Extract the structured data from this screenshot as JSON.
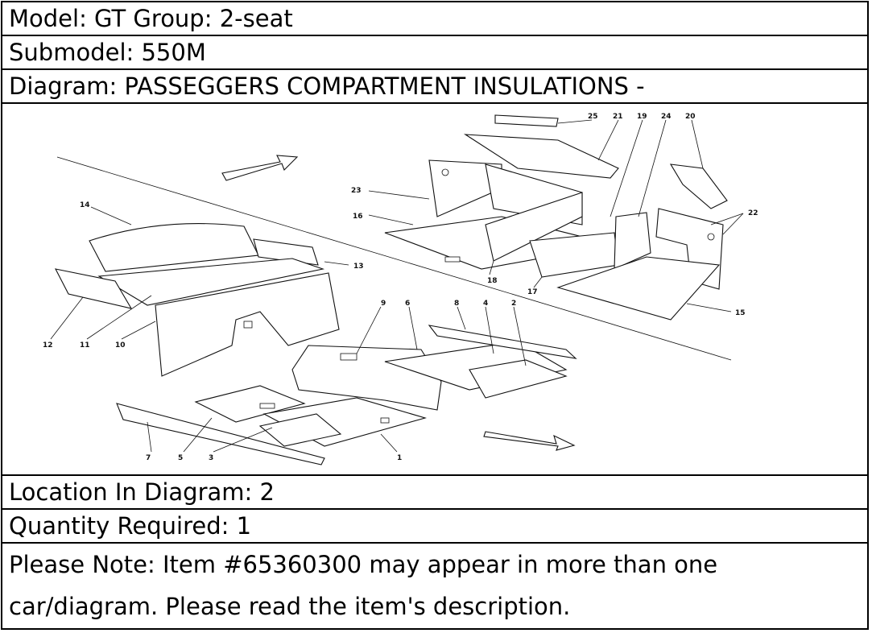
{
  "header": {
    "model": "Model: GT Group: 2-seat",
    "submodel": "Submodel: 550M",
    "diagram_title": "Diagram: PASSEGGERS COMPARTMENT INSULATIONS -"
  },
  "diagram": {
    "callouts": [
      "1",
      "2",
      "3",
      "4",
      "5",
      "6",
      "7",
      "8",
      "9",
      "10",
      "11",
      "12",
      "13",
      "14",
      "15",
      "16",
      "17",
      "18",
      "19",
      "20",
      "21",
      "22",
      "23",
      "24",
      "25"
    ]
  },
  "details": {
    "location": "Location In Diagram: 2",
    "quantity": "Quantity Required: 1",
    "note_line1": "Please Note: Item #65360300 may appear in more than one",
    "note_line2": "car/diagram. Please read the item's description."
  }
}
